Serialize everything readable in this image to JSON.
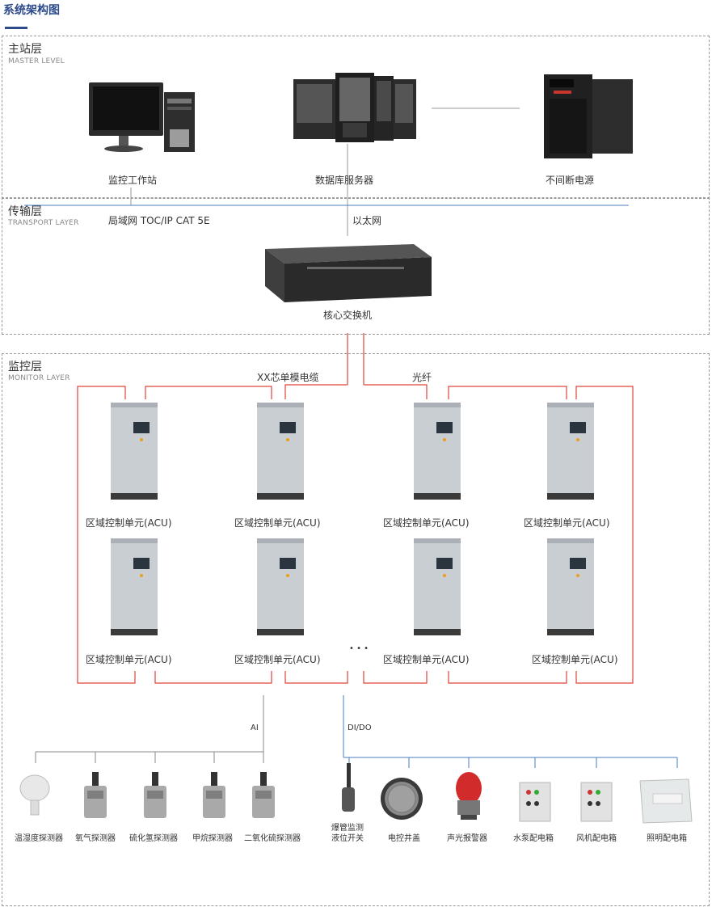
{
  "title": "系统架构图",
  "layers": {
    "master": {
      "cn": "主站层",
      "en": "MASTER LEVEL"
    },
    "transport": {
      "cn": "传输层",
      "en": "TRANSPORT LAYER"
    },
    "monitor": {
      "cn": "监控层",
      "en": "MONITOR LAYER"
    }
  },
  "master_devices": {
    "workstation": "监控工作站",
    "db_server": "数据库服务器",
    "ups": "不间断电源"
  },
  "transport": {
    "lan_label": "局域网 TOC/IP  CAT  5E",
    "ethernet_label": "以太网",
    "switch_label": "核心交换机"
  },
  "monitor": {
    "cable_label": "XX芯单模电缆",
    "fiber_label": "光纤",
    "acu_label": "区域控制单元(ACU)",
    "ellipsis": "• • •",
    "ai_label": "AI",
    "dido_label": "DI/DO"
  },
  "ai_devices": [
    "温湿度探测器",
    "氧气探测器",
    "硫化氢探测器",
    "甲烷探测器",
    "二氧化硫探测器"
  ],
  "dido_devices": [
    "爆管监测\n液位开关",
    "电控井盖",
    "声光报警器",
    "水泵配电箱",
    "风机配电箱",
    "照明配电箱"
  ],
  "colors": {
    "accent": "#2c4a8c",
    "red_line": "#e0433a",
    "blue_line": "#4a7cc0",
    "dashed": "#9a9a9a"
  }
}
